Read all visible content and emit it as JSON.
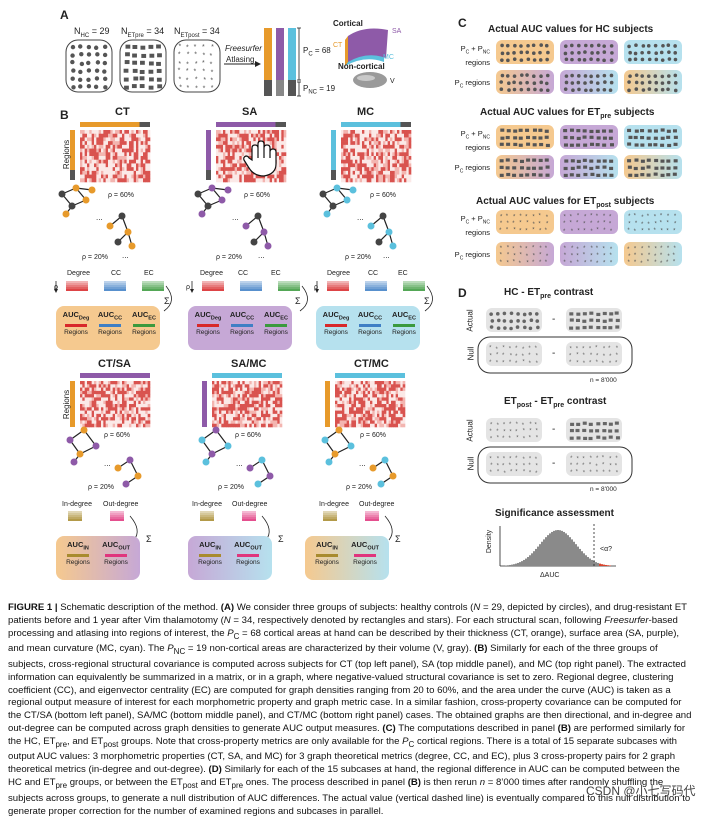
{
  "panelA": {
    "label": "A",
    "groups": [
      {
        "label": "N",
        "sub": "HC",
        "value": "= 29"
      },
      {
        "label": "N",
        "sub": "ETpre",
        "value": "= 34"
      },
      {
        "label": "N",
        "sub": "ETpost",
        "value": "= 34"
      }
    ],
    "freesurfer_text": "Freesurfer",
    "atlasing_text": "Atlasing",
    "pc_text": "P",
    "pc_sub": "C",
    "pc_value": "= 68",
    "pnc_text": "P",
    "pnc_sub": "NC",
    "pnc_value": "= 19",
    "cortical": "Cortical",
    "noncortical": "Non-cortical",
    "ct": "CT",
    "sa": "SA",
    "mc": "MC",
    "v": "V"
  },
  "panelB": {
    "label": "B",
    "cols": [
      "CT",
      "SA",
      "MC"
    ],
    "cross_cols": [
      "CT/SA",
      "SA/MC",
      "CT/MC"
    ],
    "regions": "Regions",
    "rho60": "ρ = 60%",
    "rho20": "ρ = 20%",
    "rho": "ρ",
    "metrics": [
      "Degree",
      "CC",
      "EC"
    ],
    "auc": [
      "AUC",
      "AUC",
      "AUC"
    ],
    "auc_sub": [
      "Deg",
      "CC",
      "EC"
    ],
    "sigma": "Σ",
    "cross_metrics": [
      "In-degree",
      "Out-degree"
    ],
    "cross_auc_sub": [
      "IN",
      "OUT"
    ]
  },
  "panelC": {
    "label": "C",
    "titles": [
      {
        "main": "Actual AUC values for HC subjects",
        "sub": ""
      },
      {
        "main": "Actual AUC values for ET",
        "sub": "pre",
        "tail": " subjects"
      },
      {
        "main": "Actual AUC values for ET",
        "sub": "post",
        "tail": " subjects"
      }
    ],
    "row1a": "P",
    "row1a_sub1": "C",
    "row1a_plus": "+ P",
    "row1a_sub2": "NC",
    "row1b": "regions",
    "row2a": "P",
    "row2a_sub": "C",
    "row2b": " regions"
  },
  "panelD": {
    "label": "D",
    "title1": "HC - ET",
    "title1_sub": "pre",
    "title1_tail": " contrast",
    "title2a": "ET",
    "title2a_sub": "post",
    "title2_mid": " - ET",
    "title2b_sub": "pre",
    "title2_tail": " contrast",
    "actual": "Actual",
    "null": "Null",
    "minus": "-",
    "n_label": "n = 8'000",
    "sig_title": "Significance assessment",
    "density": "Density",
    "delta_auc": "ΔAUC",
    "alpha": "<α?"
  },
  "caption": {
    "fig": "FIGURE 1 |",
    "text1": " Schematic description of the method. ",
    "A": "(A)",
    "text2": " We consider three groups of subjects: healthy controls (",
    "n29": "N",
    "text3": " = 29, depicted by circles), and drug-resistant ET patients before and 1 year after Vim thalamotomy (",
    "n34": "N",
    "text4": " = 34, respectively denoted by rectangles and stars). For each structural scan, following ",
    "freesurfer": "Freesurfer",
    "text5": "-based processing and atlasing into regions of interest, the ",
    "pc": "P",
    "pc_sub": "C",
    "text6": " = 68 cortical areas at hand can be described by their thickness (CT, orange), surface area (SA, purple), and mean curvature (MC, cyan). The ",
    "pnc": "P",
    "pnc_sub": "NC",
    "text7": " = 19 non-cortical areas are characterized by their volume (V, gray). ",
    "B": "(B)",
    "text8": " Similarly for each of the three groups of subjects, cross-regional structural covariance is computed across subjects for CT (top left panel), SA (top middle panel), and MC (top right panel). The extracted information can equivalently be summarized in a matrix, or in a graph, where negative-valued structural covariance is set to zero. Regional degree, clustering coefficient (CC), and eigenvector centrality (EC) are computed for graph densities ranging from 20 to 60%, and the area under the curve (AUC) is taken as a regional output measure of interest for each morphometric property and graph metric case. In a similar fashion, cross-property covariance can be computed for the CT/SA (bottom left panel), SA/MC (bottom middle panel), and CT/MC (bottom right panel) cases. The obtained graphs are then directional, and in-degree and out-degree can be computed across graph densities to generate AUC output measures. ",
    "C": "(C)",
    "text9": " The computations described in panel ",
    "B2": "(B)",
    "text10": " are performed similarly for the HC, ET",
    "pre1": "pre",
    "text11": ", and ET",
    "post1": "post",
    "text12": " groups. Note that cross-property metrics are only available for the ",
    "pc2": "P",
    "pc2_sub": "C",
    "text13": " cortical regions. There is a total of 15 separate subcases with output AUC values: 3 morphometric properties (CT, SA, and MC) for 3 graph theoretical metrics (degree, CC, and EC), plus 3 cross-property pairs for 2 graph theoretical metrics (in-degree and out-degree). ",
    "D": "(D)",
    "text14": " Similarly for each of the 15 subcases at hand, the regional difference in AUC can be computed between the HC and ET",
    "pre2": "pre",
    "text15": " groups, or between the ET",
    "post2": "post",
    "text16": " and ET",
    "pre3": "pre",
    "text17": " ones. The process described in panel ",
    "B3": "(B)",
    "text18": " is then rerun ",
    "n": "n",
    "text19": " = 8’000 times after randomly shuffling the subjects across groups, to generate a null distribution of AUC differences. The actual value (vertical dashed line) is eventually compared to this null distribution to generate ",
    "text20": " proper correction for the number of examined regions and subcases in parallel."
  },
  "watermark": "CSDN @小七写码代",
  "colors": {
    "ct": "#e79a2b",
    "sa": "#8e5aa8",
    "mc": "#5bc0dd",
    "gray": "#555555",
    "degree": "#d8282a",
    "cc": "#3f7fc5",
    "ec": "#3b9a3d",
    "in": "#a88b2e",
    "out": "#e0357d"
  }
}
